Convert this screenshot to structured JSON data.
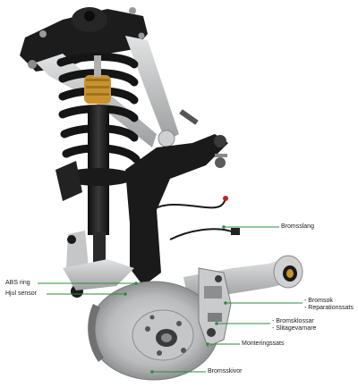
{
  "labels": {
    "bromsslang": "Bromsslang",
    "abs_ring": "ABS ring",
    "hjul_sensor": "Hjul sensor",
    "bromsok_line1": "- Bromsok",
    "bromsok_line2": "- Reparationssats",
    "bromsklossar_line1": "- Bromsklossar",
    "bromsklossar_line2": "- Slitagevarnare",
    "monteringssats": "Monteringssats",
    "bromsskivor": "Bromsskivor"
  },
  "colors": {
    "leader_line": "#2e8b3a",
    "leader_dot": "#2e8b3a",
    "metal_dark": "#1c1c1c",
    "metal_silver": "#b8babc",
    "spring_black": "#151515",
    "rubber_gold": "#c8922e"
  }
}
